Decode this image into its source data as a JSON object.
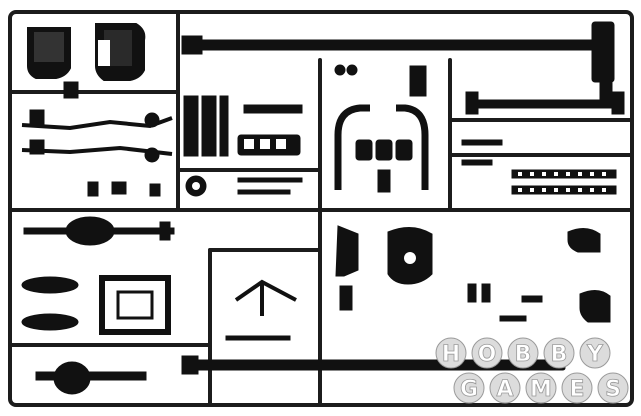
{
  "image": {
    "subject": "plastic model kit sprue",
    "colors": {
      "background": "#ffffff",
      "plastic": "#111111",
      "frame": "#1c1c1c",
      "watermark_fill": "#dcdcdc",
      "watermark_text": "#ffffff"
    }
  },
  "watermark": {
    "line1": [
      "H",
      "O",
      "B",
      "B",
      "Y"
    ],
    "line2": [
      "G",
      "A",
      "M",
      "E",
      "S"
    ]
  }
}
